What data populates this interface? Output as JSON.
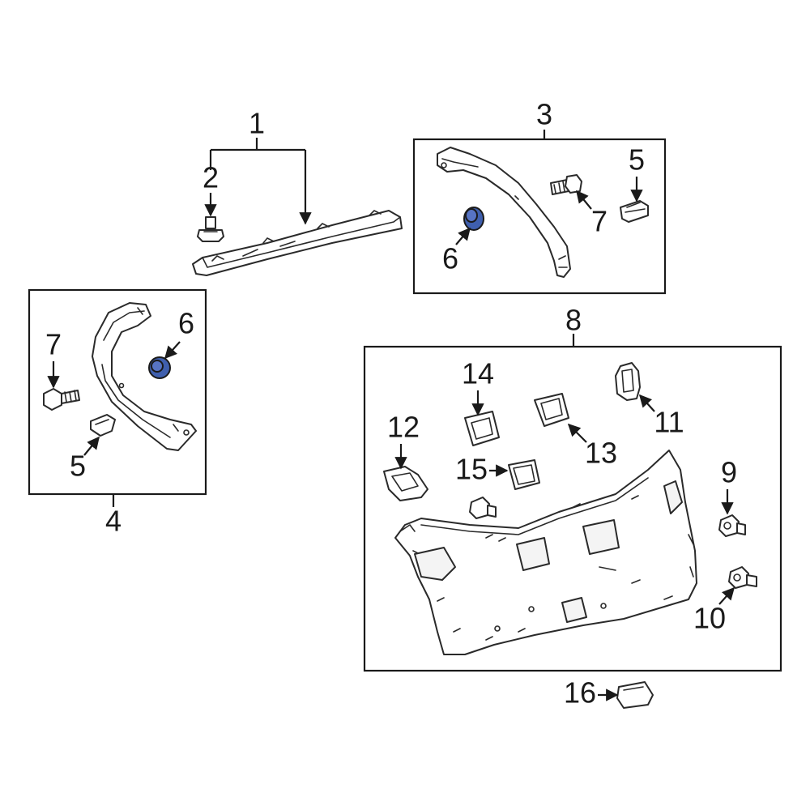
{
  "highlight_color": "#3f5fae",
  "callouts": {
    "c1": "1",
    "c2": "2",
    "c3": "3",
    "c4": "4",
    "c5a": "5",
    "c5b": "5",
    "c6a": "6",
    "c6b": "6",
    "c7a": "7",
    "c7b": "7",
    "c8": "8",
    "c9": "9",
    "c10": "10",
    "c11": "11",
    "c12": "12",
    "c13": "13",
    "c14": "14",
    "c15": "15",
    "c16": "16"
  }
}
